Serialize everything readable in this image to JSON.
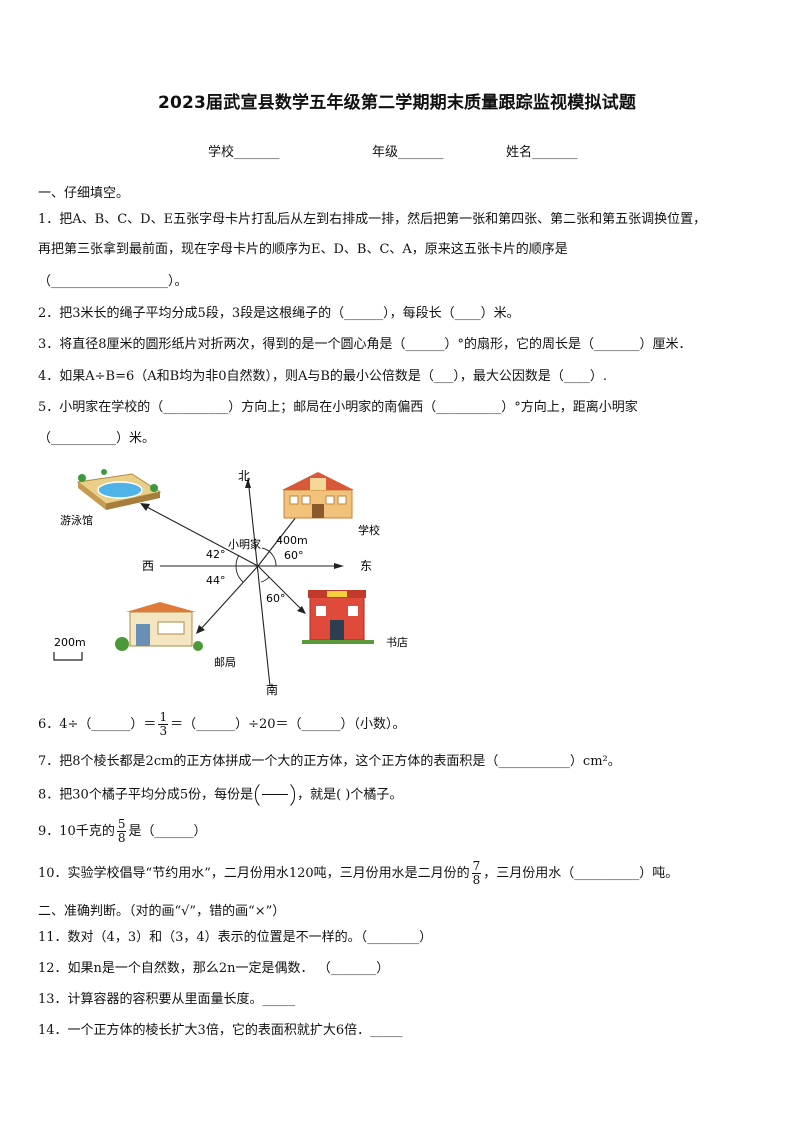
{
  "title": "2023届武宣县数学五年级第二学期期末质量跟踪监视模拟试题",
  "info": {
    "school": "学校_______",
    "grade": "年级_______",
    "name": "姓名_______"
  },
  "section1": "一、仔细填空。",
  "q1": {
    "line1": "1．把A、B、C、D、E五张字母卡片打乱后从左到右排成一排，然后把第一张和第四张、第二张和第五张调换位置，",
    "line2": "再把第三张拿到最前面，现在字母卡片的顺序为E、D、B、C、A，原来这五张卡片的顺序是",
    "line3": "（__________________）。"
  },
  "q2": "2．把3米长的绳子平均分成5段，3段是这根绳子的（______），每段长（____）米。",
  "q3": "3．将直径8厘米的圆形纸片对折两次，得到的是一个圆心角是（______）°的扇形，它的周长是（_______）厘米．",
  "q4": "4．如果A÷B=6（A和B均为非0自然数），则A与B的最小公倍数是（___），最大公因数是（____）.",
  "q5": {
    "line1": "5．小明家在学校的（__________）方向上；邮局在小明家的南偏西（__________）°方向上，距离小明家",
    "line2": "（__________）米。"
  },
  "map": {
    "north": "北",
    "south": "南",
    "east": "东",
    "west": "西",
    "center": "小明家",
    "pool": "游泳馆",
    "school": "学校",
    "post": "邮局",
    "bookstore": "书店",
    "dist": "400m",
    "angle_pool": "42°",
    "angle_school": "60°",
    "angle_post": "44°",
    "angle_book": "60°",
    "scale": "200m"
  },
  "q6": {
    "a": "6．4÷（______）＝",
    "num": "1",
    "den": "3",
    "b": "＝（______）÷20＝（______）（小数）。"
  },
  "q7": "7．把8个棱长都是2cm的正方体拼成一个大的正方体，这个正方体的表面积是（___________）cm²。",
  "q8": {
    "a": "8．把30个橘子平均分成5份，每份是",
    "b": "，就是(   )个橘子。"
  },
  "q9": {
    "a": "9．10千克的",
    "num": "5",
    "den": "8",
    "b": "是（______）"
  },
  "q10": {
    "a": "10．实验学校倡导“节约用水”，二月份用水120吨，三月份用水是二月份的",
    "num": "7",
    "den": "8",
    "b": "，三月份用水（__________）吨。"
  },
  "section2": "二、准确判断。（对的画“√”，错的画“×”）",
  "q11": "11．数对（4，3）和（3，4）表示的位置是不一样的。（________）",
  "q12": "12．如果n是一个自然数，那么2n一定是偶数．                （_______）",
  "q13": "13．计算容器的容积要从里面量长度。_____",
  "q14": "14．一个正方体的棱长扩大3倍，它的表面积就扩大6倍．_____"
}
